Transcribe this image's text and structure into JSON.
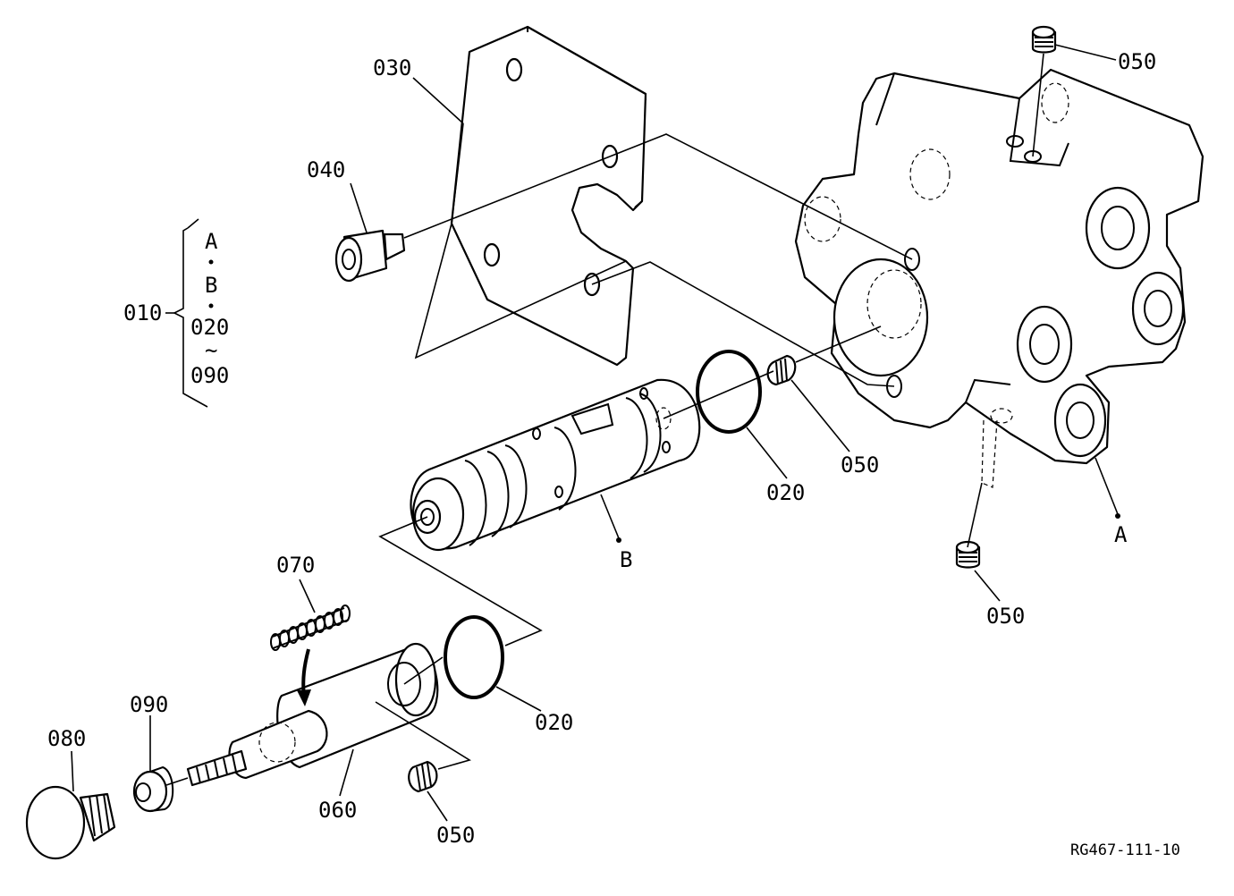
{
  "diagram": {
    "callouts": [
      {
        "id": "030",
        "text": "030"
      },
      {
        "id": "040",
        "text": "040"
      },
      {
        "id": "050-top",
        "text": "050"
      },
      {
        "id": "050-mid",
        "text": "050"
      },
      {
        "id": "050-right",
        "text": "050"
      },
      {
        "id": "050-bottom",
        "text": "050"
      },
      {
        "id": "020-upper",
        "text": "020"
      },
      {
        "id": "020-lower",
        "text": "020"
      },
      {
        "id": "070",
        "text": "070"
      },
      {
        "id": "090",
        "text": "090"
      },
      {
        "id": "080",
        "text": "080"
      },
      {
        "id": "060",
        "text": "060"
      },
      {
        "id": "A",
        "text": "A"
      },
      {
        "id": "B",
        "text": "B"
      }
    ],
    "assembly": {
      "label": "010",
      "items": [
        "A",
        "B",
        "020",
        "~",
        "090"
      ]
    },
    "reference": "RG467-111-10"
  }
}
